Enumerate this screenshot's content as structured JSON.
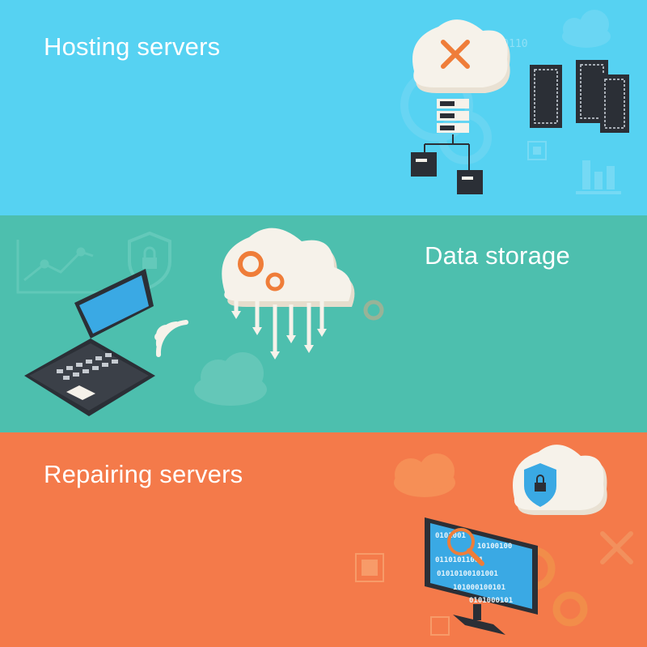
{
  "colors": {
    "hosting_bg": "#56d2f2",
    "storage_bg": "#4dbfae",
    "repair_bg": "#f47a4a",
    "dark": "#2b2f36",
    "orange_icon": "#ef7d39",
    "cloud": "#f6f2ea"
  },
  "banners": [
    {
      "title": "Hosting servers",
      "icons": [
        "cloud-wrench-icon",
        "server-rack-icon",
        "network-tree-icon",
        "gear-icon",
        "chip-icon",
        "bar-chart-icon",
        "cloud-icon"
      ],
      "binary_text": "01100110"
    },
    {
      "title": "Data storage",
      "icons": [
        "laptop-icon",
        "wifi-icon",
        "cloud-gears-upload-icon",
        "line-chart-icon",
        "shield-lock-icon",
        "gear-icon",
        "cloud-icon"
      ]
    },
    {
      "title": "Repairing servers",
      "icons": [
        "monitor-binary-icon",
        "magnifier-icon",
        "cloud-shield-icon",
        "gear-icon",
        "chip-icon",
        "wrench-icon",
        "cloud-icon"
      ],
      "binary_rows": [
        "0101001",
        "10100100",
        "01101011001",
        "01010100101001",
        "101000100101",
        "0101000101"
      ]
    }
  ]
}
